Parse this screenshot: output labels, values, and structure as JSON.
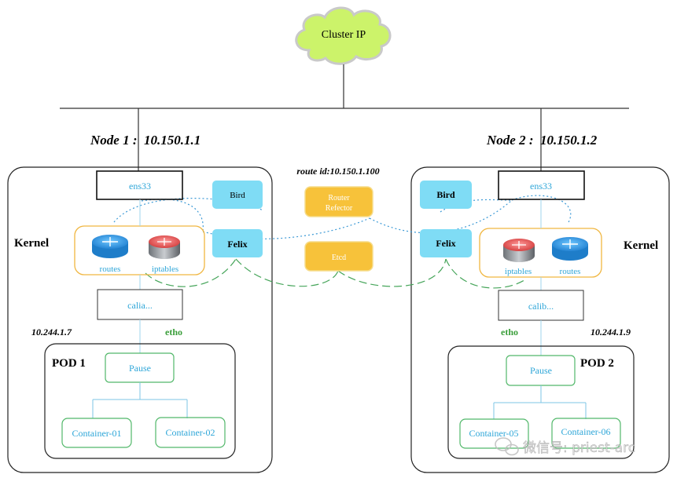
{
  "cluster": {
    "label": "Cluster IP"
  },
  "route_id": "route id:10.150.1.100",
  "router_reflector": {
    "line1": "Router",
    "line2": "Refector"
  },
  "etcd": "Etcd",
  "node1": {
    "label": "Node 1 :  10.150.1.1",
    "kernel": "Kernel",
    "nic": "ens33",
    "bird": "Bird",
    "felix": "Felix",
    "routes": "routes",
    "iptables": "iptables",
    "veth": "calia...",
    "pod_ip": "10.244.1.7",
    "eth": "etho",
    "pod": "POD 1",
    "pause": "Pause",
    "containers": [
      "Container-01",
      "Container-02"
    ]
  },
  "node2": {
    "label": "Node 2 :  10.150.1.2",
    "kernel": "Kernel",
    "nic": "ens33",
    "bird": "Bird",
    "felix": "Felix",
    "routes": "routes",
    "iptables": "iptables",
    "veth": "calib...",
    "pod_ip": "10.244.1.9",
    "eth": "etho",
    "pod": "POD 2",
    "pause": "Pause",
    "containers": [
      "Container-05",
      "Container-06"
    ]
  },
  "watermark": "微信号: priest-arc",
  "colors": {
    "cloud_fill": "#ccf36a",
    "cyan_box": "#7fdcf5",
    "orange_box": "#f7c23a",
    "cyan_text": "#2ea6d8",
    "green_text": "#3a9e3a",
    "green_line": "#46a55a",
    "blue_dots": "#3d9ad6"
  }
}
